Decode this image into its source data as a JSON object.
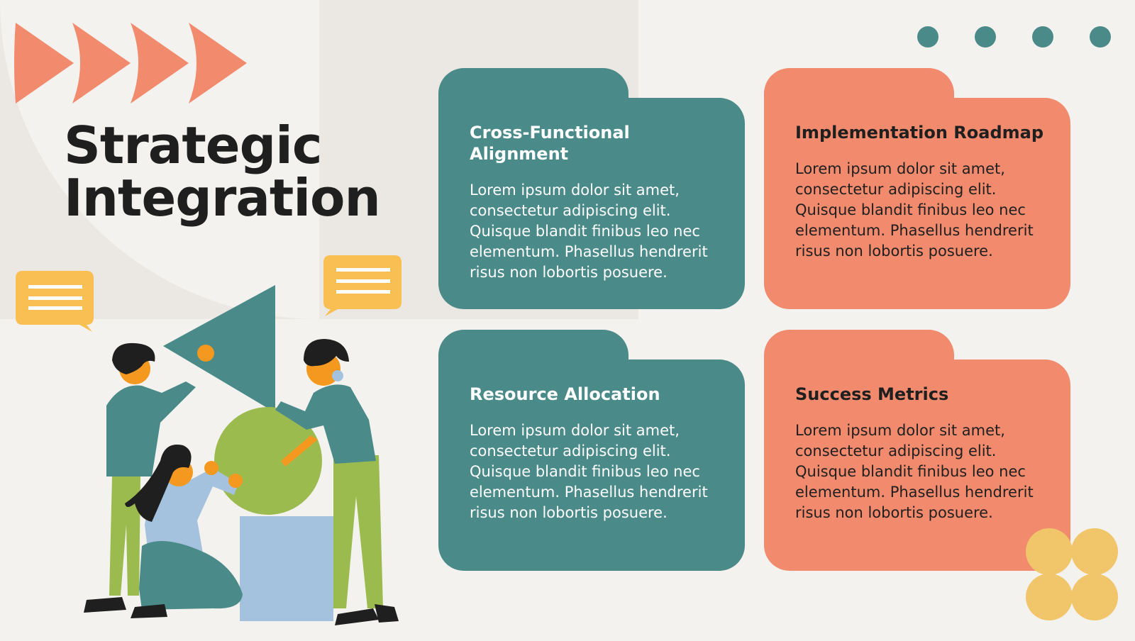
{
  "slide": {
    "title_line1": "Strategic",
    "title_line2": "Integration"
  },
  "cards": [
    {
      "heading": "Cross-Functional Alignment",
      "text": "Lorem ipsum dolor sit amet, consectetur adipiscing elit. Quisque blandit finibus leo nec elementum. Phasellus hendrerit risus non lobortis posuere.",
      "color": "#4a8b8a"
    },
    {
      "heading": "Implementation Roadmap",
      "text": "Lorem ipsum dolor sit amet, consectetur adipiscing elit. Quisque blandit finibus leo nec elementum. Phasellus hendrerit risus non lobortis posuere.",
      "color": "#f28b6e"
    },
    {
      "heading": "Resource Allocation",
      "text": "Lorem ipsum dolor sit amet, consectetur adipiscing elit. Quisque blandit finibus leo nec elementum. Phasellus hendrerit risus non lobortis posuere.",
      "color": "#4a8b8a"
    },
    {
      "heading": "Success Metrics",
      "text": "Lorem ipsum dolor sit amet, consectetur adipiscing elit. Quisque blandit finibus leo nec elementum. Phasellus hendrerit risus non lobortis posuere.",
      "color": "#f28b6e"
    }
  ],
  "colors": {
    "teal": "#4a8b8a",
    "coral": "#f28b6e",
    "yellow": "#f1c56a",
    "green": "#9bbb4f",
    "light_blue": "#a4c2dd",
    "background": "#f4f2ee"
  },
  "illustration": "teamwork-illustration"
}
